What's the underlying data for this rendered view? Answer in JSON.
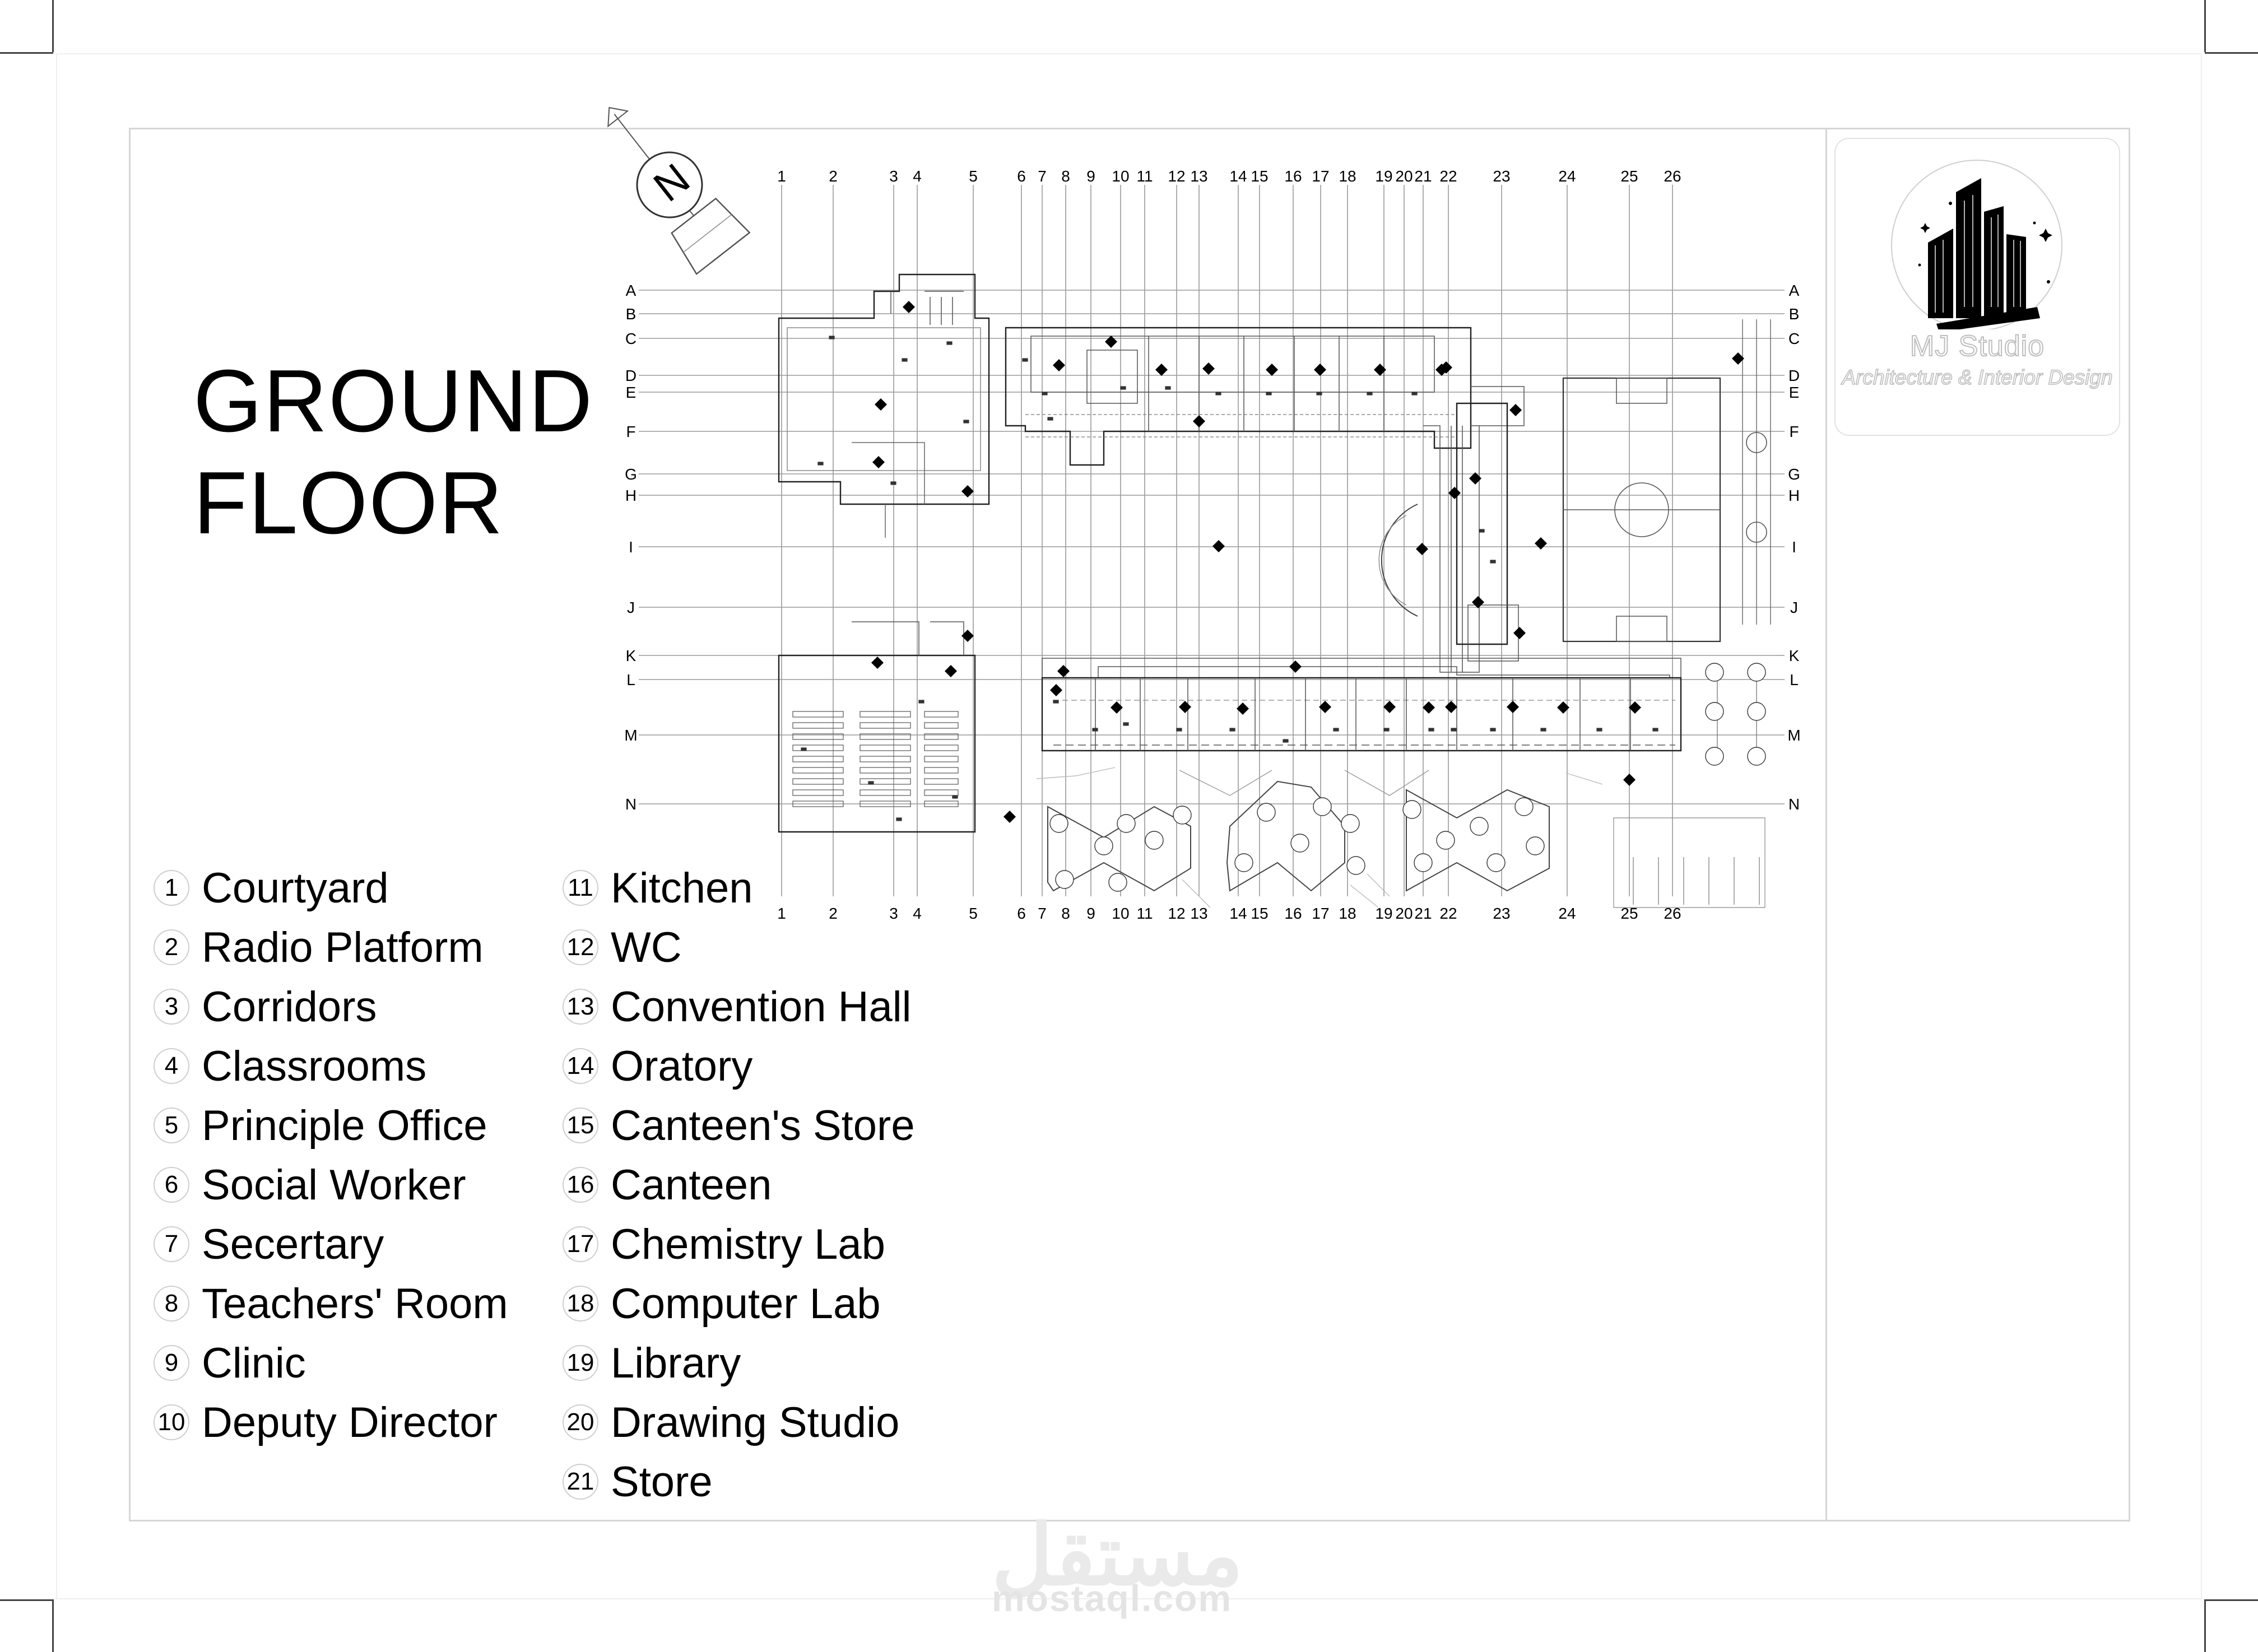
{
  "title": {
    "line1": "GROUND",
    "line2": "FLOOR"
  },
  "north_label": "N",
  "grid": {
    "columns": [
      "1",
      "2",
      "3",
      "4",
      "5",
      "6",
      "7",
      "8",
      "9",
      "10",
      "11",
      "12",
      "13",
      "14",
      "15",
      "16",
      "17",
      "18",
      "19",
      "20",
      "21",
      "22",
      "23",
      "24",
      "25",
      "26"
    ],
    "rows": [
      "A",
      "B",
      "C",
      "D",
      "E",
      "F",
      "G",
      "H",
      "I",
      "J",
      "K",
      "L",
      "M",
      "N"
    ]
  },
  "legend": [
    {
      "num": "1",
      "label": "Courtyard"
    },
    {
      "num": "2",
      "label": "Radio Platform"
    },
    {
      "num": "3",
      "label": "Corridors"
    },
    {
      "num": "4",
      "label": "Classrooms"
    },
    {
      "num": "5",
      "label": "Principle Office"
    },
    {
      "num": "6",
      "label": "Social Worker"
    },
    {
      "num": "7",
      "label": "Secertary"
    },
    {
      "num": "8",
      "label": "Teachers' Room"
    },
    {
      "num": "9",
      "label": "Clinic"
    },
    {
      "num": "10",
      "label": "Deputy Director"
    },
    {
      "num": "11",
      "label": "Kitchen"
    },
    {
      "num": "12",
      "label": "WC"
    },
    {
      "num": "13",
      "label": "Convention Hall"
    },
    {
      "num": "14",
      "label": "Oratory"
    },
    {
      "num": "15",
      "label": "Canteen's Store"
    },
    {
      "num": "16",
      "label": "Canteen"
    },
    {
      "num": "17",
      "label": "Chemistry Lab"
    },
    {
      "num": "18",
      "label": "Computer Lab"
    },
    {
      "num": "19",
      "label": "Library"
    },
    {
      "num": "20",
      "label": "Drawing Studio"
    },
    {
      "num": "21",
      "label": "Store"
    }
  ],
  "logo": {
    "name": "MJ Studio",
    "subtitle": "Architecture & Interior Design"
  },
  "watermark": {
    "arabic": "مستقل",
    "latin": "mostaql.com"
  }
}
